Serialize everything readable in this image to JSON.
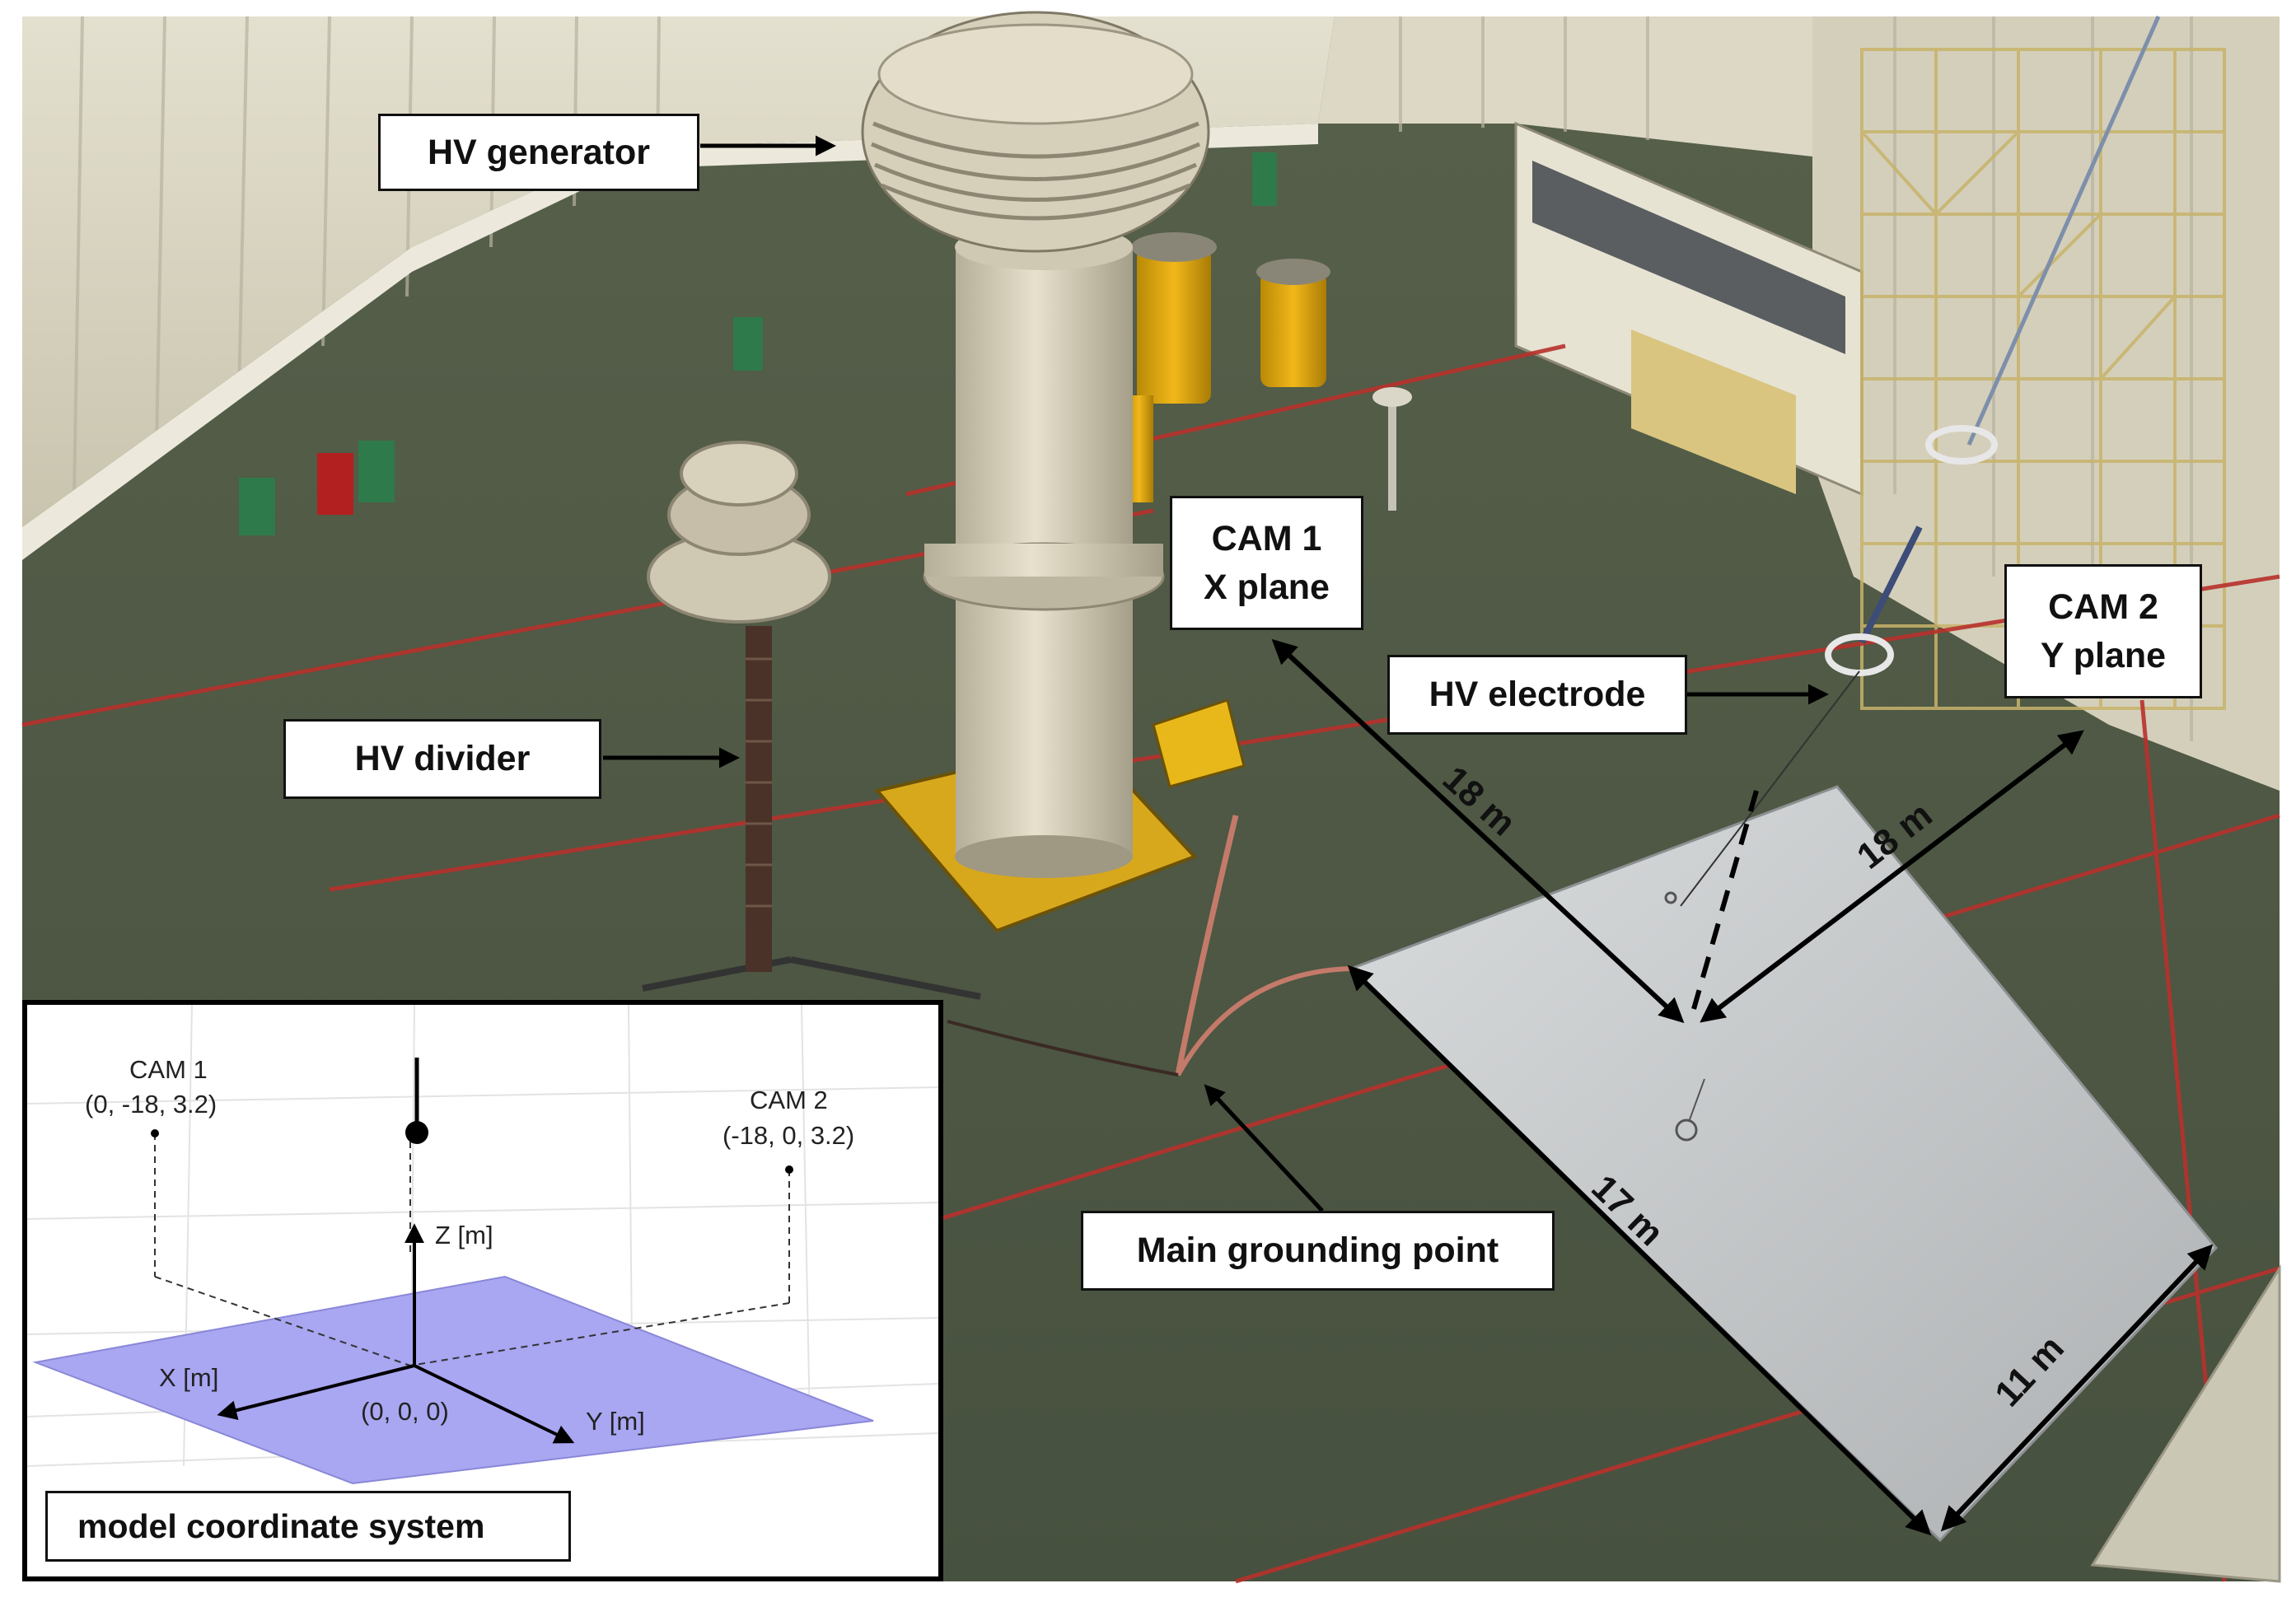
{
  "labels": {
    "hv_generator": "HV generator",
    "cam1_line1": "CAM 1",
    "cam1_line2": "X plane",
    "cam2_line1": "CAM 2",
    "cam2_line2": "Y plane",
    "hv_electrode": "HV electrode",
    "hv_divider": "HV divider",
    "main_grounding": "Main grounding point"
  },
  "dimensions": {
    "cam1_distance": "18 m",
    "cam2_distance": "18 m",
    "plate_length": "17 m",
    "plate_width": "11 m"
  },
  "inset": {
    "cam1_name": "CAM 1",
    "cam1_coords": "(0, -18, 3.2)",
    "cam2_name": "CAM 2",
    "cam2_coords": "(-18, 0, 3.2)",
    "z_axis": "Z [m]",
    "x_axis": "X [m]",
    "y_axis": "Y [m]",
    "origin": "(0, 0, 0)",
    "caption": "model coordinate system"
  },
  "colors": {
    "floor": "#4f5a44",
    "wall": "#d8d3c0",
    "plate": "#c9cccd",
    "grid_line": "#b8312c",
    "plane": "#a9a6f2"
  }
}
